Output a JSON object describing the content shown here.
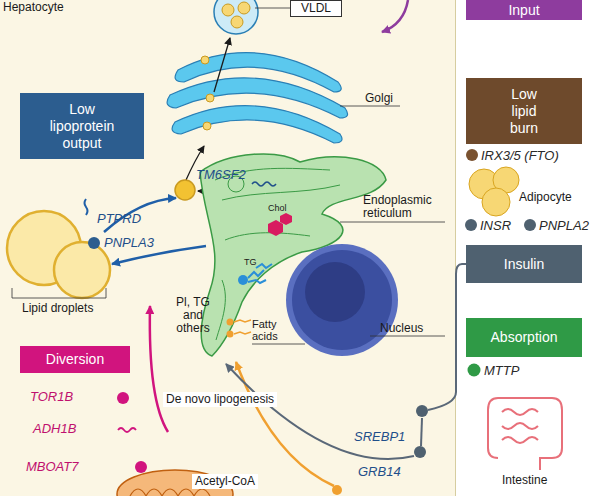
{
  "diagram": {
    "nodes": [
      {
        "text": [
          "Hepatocyte"
        ]
      },
      {
        "text": [
          "VLDL"
        ],
        "in": 0
      },
      {
        "text": [
          "Input"
        ]
      },
      {
        "text": [
          "Low lipoprotein output"
        ],
        "in": 0
      },
      {
        "text": [
          "Low lipid burn"
        ]
      },
      {
        "text": [
          "Insulin"
        ]
      },
      {
        "text": [
          "Diversion"
        ],
        "in": 0
      },
      {
        "text": [
          "Absorption"
        ]
      }
    ],
    "labels": [
      "Golgi",
      "TM6SF2",
      "PTPRD",
      "PNPLA3",
      "Lipid droplets",
      "Chol",
      "TG",
      "Endoplasmic reticulum",
      "Pl, TG and others",
      "Fatty acids",
      "Nucleus",
      "TOR1B",
      "ADH1B",
      "De novo lipogenesis",
      "SREBP1",
      "GRB14",
      "MBOAT7",
      "Acetyl-CoA",
      "IRX3/5 (FTO)",
      "Adipocyte",
      "INSR",
      "PNPLA2",
      "MTTP",
      "Intestine"
    ]
  }
}
